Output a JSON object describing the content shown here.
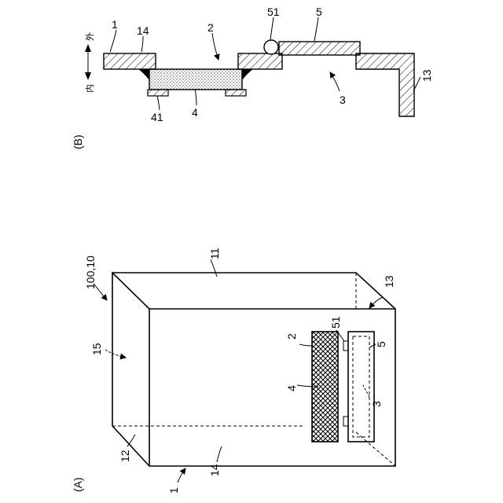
{
  "panel_a": {
    "panel_label": "(A)",
    "labels": {
      "ref_100_10": "100,10",
      "ref_11": "11",
      "ref_13": "13",
      "ref_15": "15",
      "ref_2": "2",
      "ref_51": "51",
      "ref_5": "5",
      "ref_4": "4",
      "ref_3": "3",
      "ref_12": "12",
      "ref_1": "1",
      "ref_14": "14"
    }
  },
  "panel_b": {
    "panel_label": "(B)",
    "direction": {
      "outer": "外",
      "inner": "内"
    },
    "labels": {
      "ref_1": "1",
      "ref_14": "14",
      "ref_2": "2",
      "ref_51": "51",
      "ref_5": "5",
      "ref_13": "13",
      "ref_3": "3",
      "ref_4": "4",
      "ref_41": "41"
    }
  }
}
